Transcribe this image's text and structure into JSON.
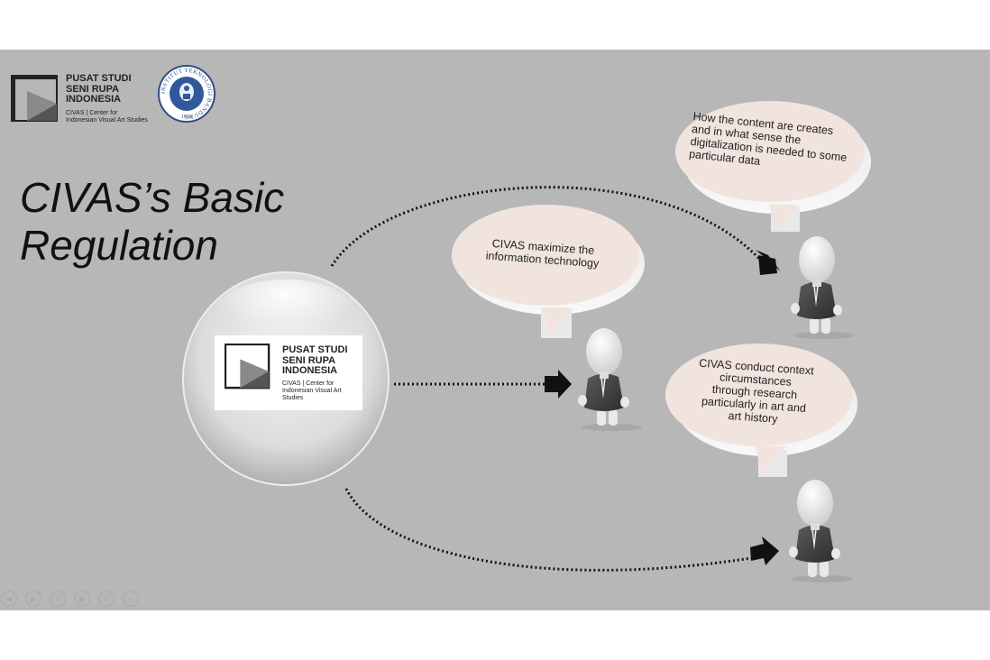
{
  "slide": {
    "title_line1": "CIVAS’s Basic",
    "title_line2": "Regulation"
  },
  "header_logo": {
    "line1": "PUSAT STUDI",
    "line2": "SENI RUPA",
    "line3": "INDONESIA",
    "sub_line1": "CIVAS | Center for",
    "sub_line2": "Indonesian Visual Art Studies",
    "seal_ring_text": "INSTITUT TEKNOLOGI BANDUNG",
    "seal_year": "1920"
  },
  "center_logo": {
    "line1": "PUSAT STUDI",
    "line2": "SENI RUPA",
    "line3": "INDONESIA",
    "sub_line1": "CIVAS | Center for",
    "sub_line2": "Indonesian Visual Art",
    "sub_line3": "Studies"
  },
  "bubbles": {
    "middle": {
      "line1": "CIVAS maximize the",
      "line2": "information technology"
    },
    "top": {
      "line1": "How the content are creates",
      "line2": "and in what sense the",
      "line3": "digitalization is needed to some",
      "line4": "particular data"
    },
    "bottom": {
      "line1": "CIVAS conduct context",
      "line2": "circumstances",
      "line3": "through research",
      "line4": "particularly in art and",
      "line5": "art history"
    }
  },
  "controls": [
    "prev-icon",
    "next-icon",
    "fullscreen-icon",
    "fit-icon",
    "zoom-icon",
    "more-icon"
  ],
  "colors": {
    "background": "#b7b7b7",
    "bubble": "#f1e4df",
    "arrow": "#111111"
  }
}
